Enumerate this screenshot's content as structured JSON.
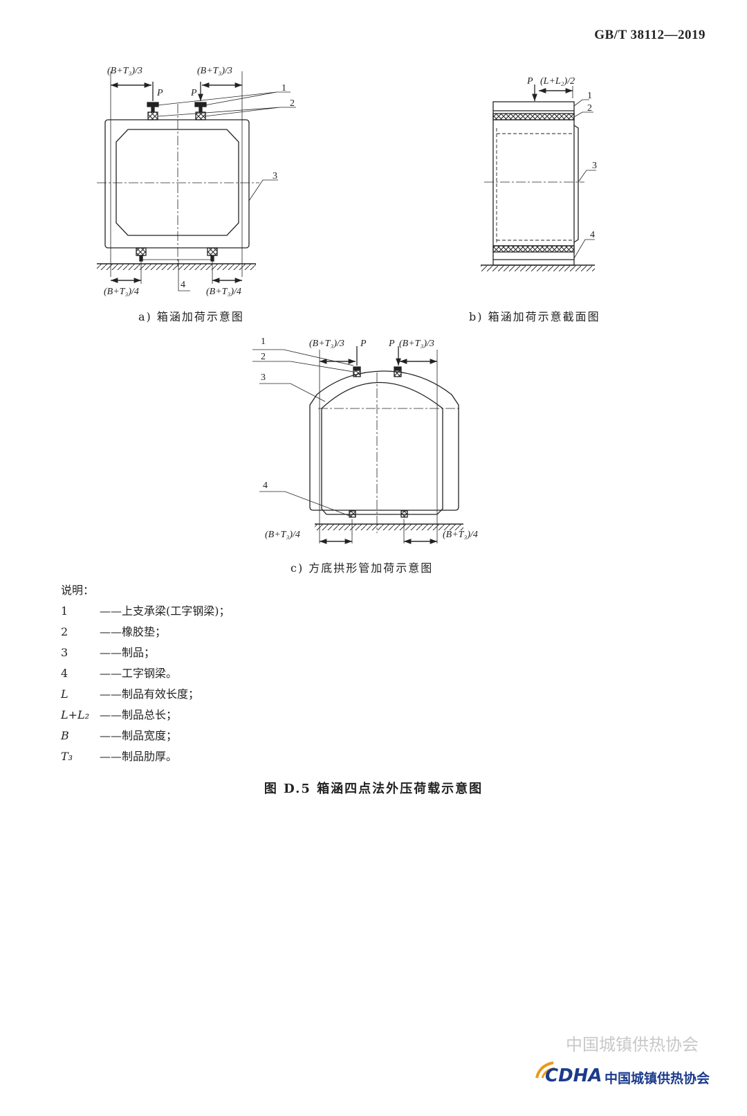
{
  "header": {
    "standard": "GB/T 38112—2019"
  },
  "fig_a": {
    "dim_top": "(B+T₃)/3",
    "load": "P",
    "dim_bottom": "(B+T₃)/4",
    "labels": [
      "1",
      "2",
      "3",
      "4"
    ],
    "caption": "a)  箱涵加荷示意图"
  },
  "fig_b": {
    "load": "P",
    "dim_top": "(L+L₂)/2",
    "labels": [
      "1",
      "2",
      "3",
      "4"
    ],
    "caption": "b)  箱涵加荷示意截面图"
  },
  "fig_c": {
    "dim_top": "(B+T₃)/3",
    "load": "P",
    "dim_bottom": "(B+T₃)/4",
    "labels": [
      "1",
      "2",
      "3",
      "4"
    ],
    "caption": "c)  方底拱形管加荷示意图"
  },
  "legend": {
    "title": "说明：",
    "items": [
      {
        "key": "1",
        "text": "——上支承梁(工字钢梁)；"
      },
      {
        "key": "2",
        "text": "——橡胶垫；"
      },
      {
        "key": "3",
        "text": "——制品；"
      },
      {
        "key": "4",
        "text": "——工字钢梁。"
      },
      {
        "key": "L",
        "text": "——制品有效长度；"
      },
      {
        "key": "L+L₂",
        "text": "——制品总长；"
      },
      {
        "key": "B",
        "text": "——制品宽度；"
      },
      {
        "key": "T₃",
        "text": "——制品肋厚。"
      }
    ]
  },
  "figure_title": "图 D.5   箱涵四点法外压荷载示意图",
  "watermark": {
    "ghost": "中国城镇供热协会",
    "brand": "CDHA",
    "org": "中国城镇供热协会"
  }
}
